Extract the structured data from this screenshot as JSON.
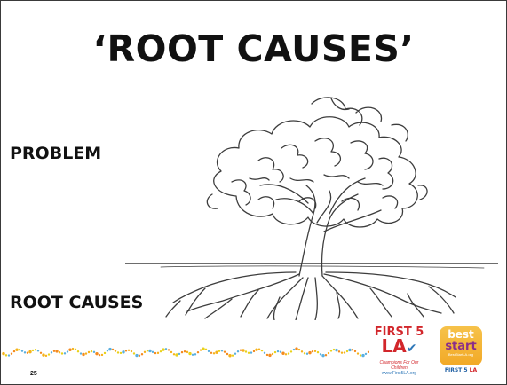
{
  "slide": {
    "title": "‘ROOT CAUSES’",
    "labels": {
      "problem": "PROBLEM",
      "root_causes": "ROOT CAUSES"
    },
    "page_number": "25"
  },
  "image": {
    "icon": "tree-with-roots-illustration"
  },
  "footer": {
    "dots_colors": [
      "#f6b21b",
      "#f48a1e",
      "#5bb0e0",
      "#e9d21a"
    ],
    "logos": {
      "first5": {
        "top": "FIRST 5",
        "big": "LA",
        "tagline": "Champions For Our Children",
        "url": "www.First5LA.org",
        "colors": {
          "red": "#d2262b",
          "blue": "#2d77b8"
        }
      },
      "best_start": {
        "best": "best",
        "start": "start",
        "url": "BestStartLA.org",
        "sub_prefix": "FIRST 5",
        "sub_la": "LA",
        "colors": {
          "badge": "#f2a927",
          "purple": "#8a2e8a",
          "blue": "#1f5fa3"
        }
      }
    }
  }
}
